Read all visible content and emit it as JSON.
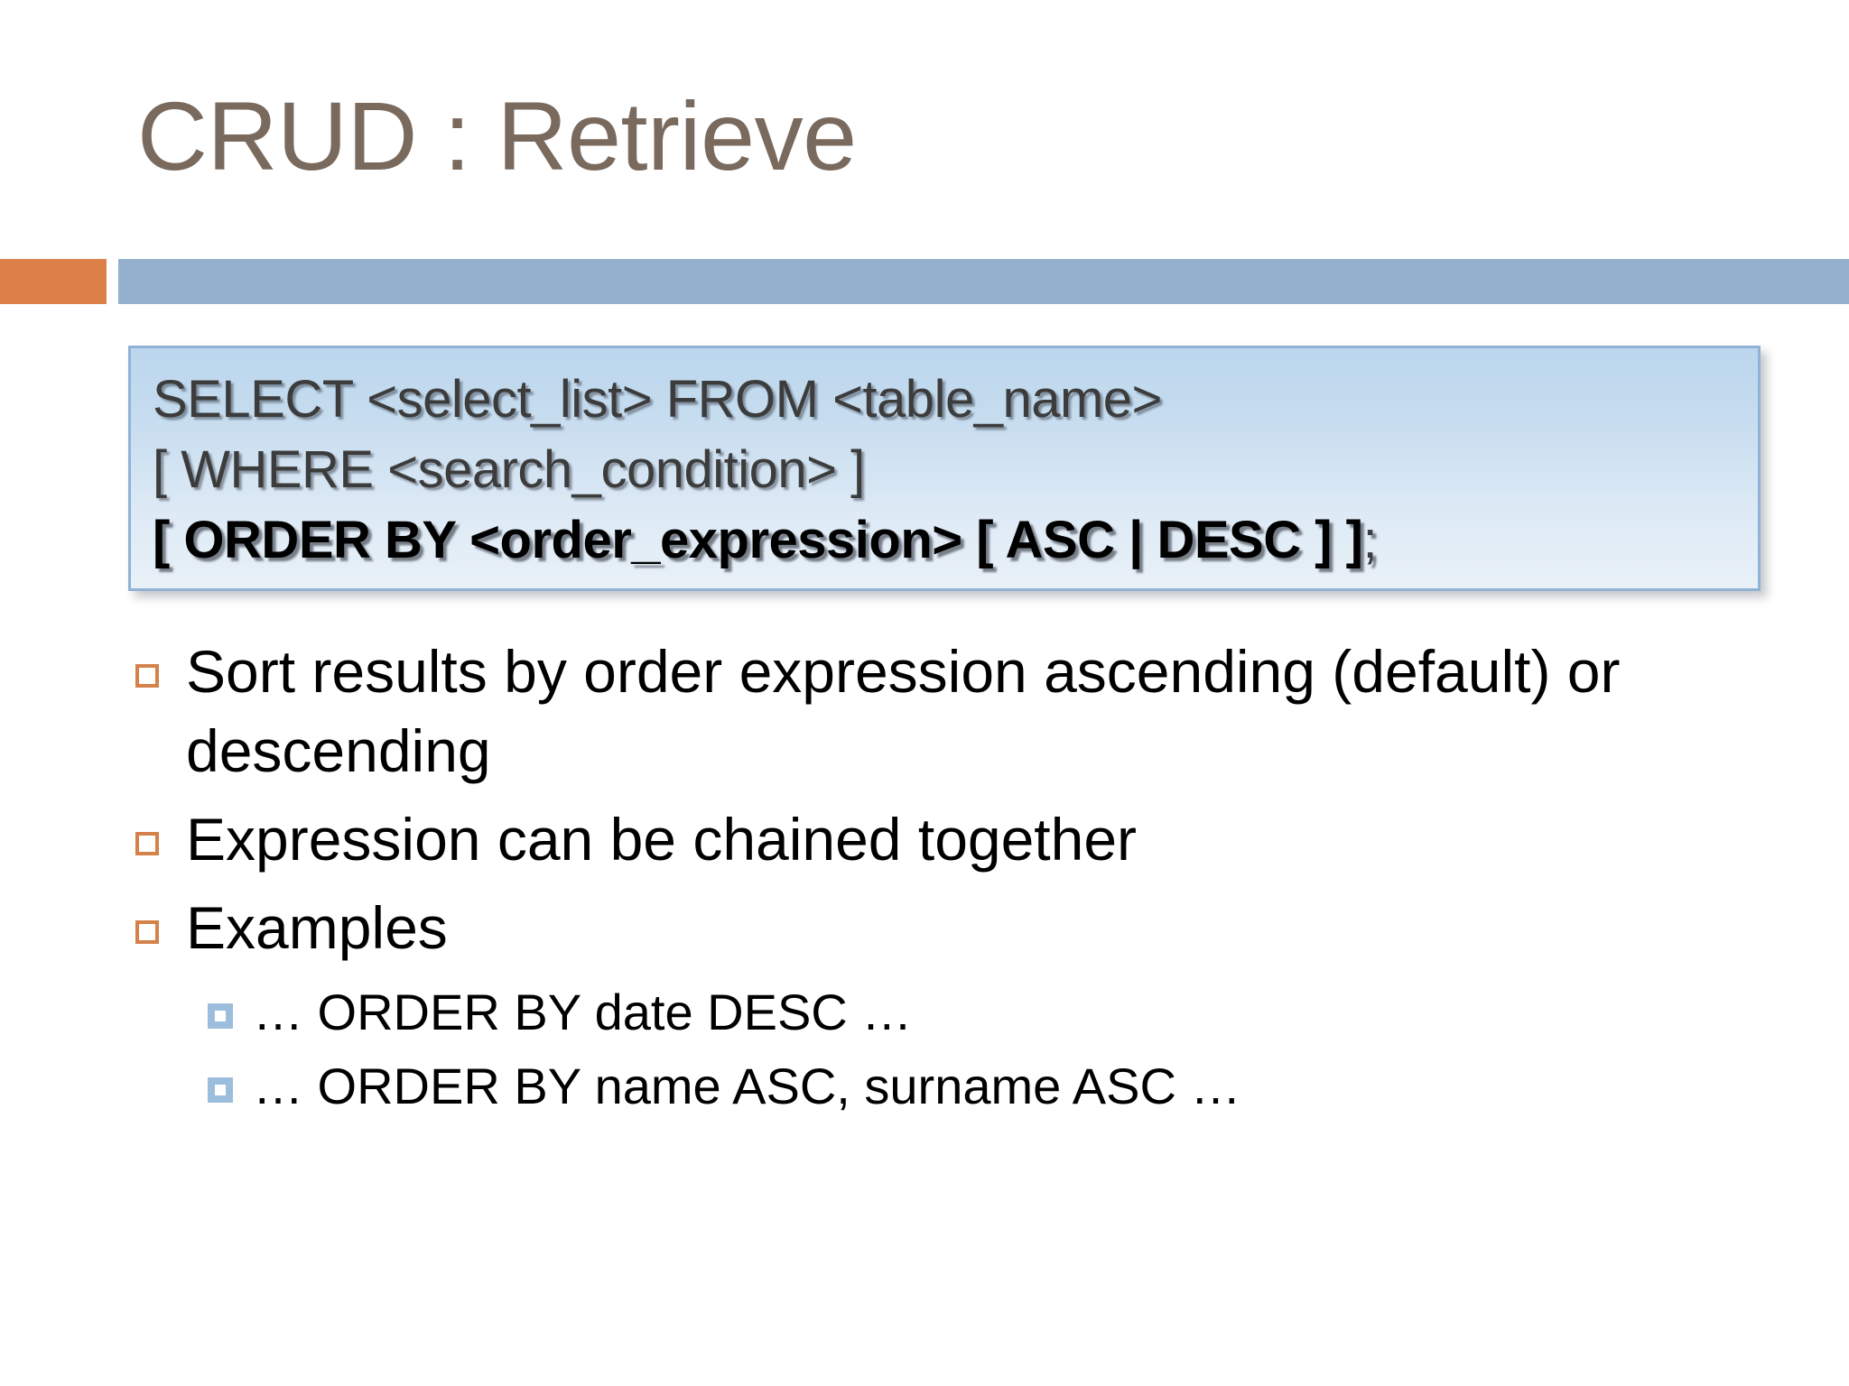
{
  "slide": {
    "title": "CRUD : Retrieve",
    "accent": {
      "orange": "#DD8047",
      "blue": "#94B0CE"
    },
    "code_box": {
      "lines": [
        {
          "text": "SELECT <select_list> FROM <table_name>",
          "style": "normal"
        },
        {
          "text": "[ WHERE <search_condition> ]",
          "style": "normal"
        },
        {
          "text": "[ ORDER BY <order_expression> [ ASC | DESC ] ]",
          "style": "bold",
          "suffix": ";"
        }
      ],
      "border_color": "#8FB2D6",
      "background_top": "#BBD6ED",
      "background_bottom": "#E9F1F8",
      "text_color": "#3C3C3C",
      "highlight_color": "#000000"
    },
    "bullets": [
      {
        "level": 1,
        "text": "Sort results by order expression ascending (default) or descending",
        "marker": "hollow-square-orange"
      },
      {
        "level": 1,
        "text": "Expression can be chained together",
        "marker": "hollow-square-orange"
      },
      {
        "level": 1,
        "text": "Examples",
        "marker": "hollow-square-orange"
      },
      {
        "level": 2,
        "text": "… ORDER BY date DESC …",
        "marker": "filled-square-blue"
      },
      {
        "level": 2,
        "text": "… ORDER BY name ASC, surname ASC …",
        "marker": "filled-square-blue"
      }
    ],
    "bullet_marker_colors": {
      "level1": "#D4824A",
      "level2": "#9CBEDC"
    },
    "title_color": "#7A6A5E",
    "background_color": "#FFFFFF"
  }
}
